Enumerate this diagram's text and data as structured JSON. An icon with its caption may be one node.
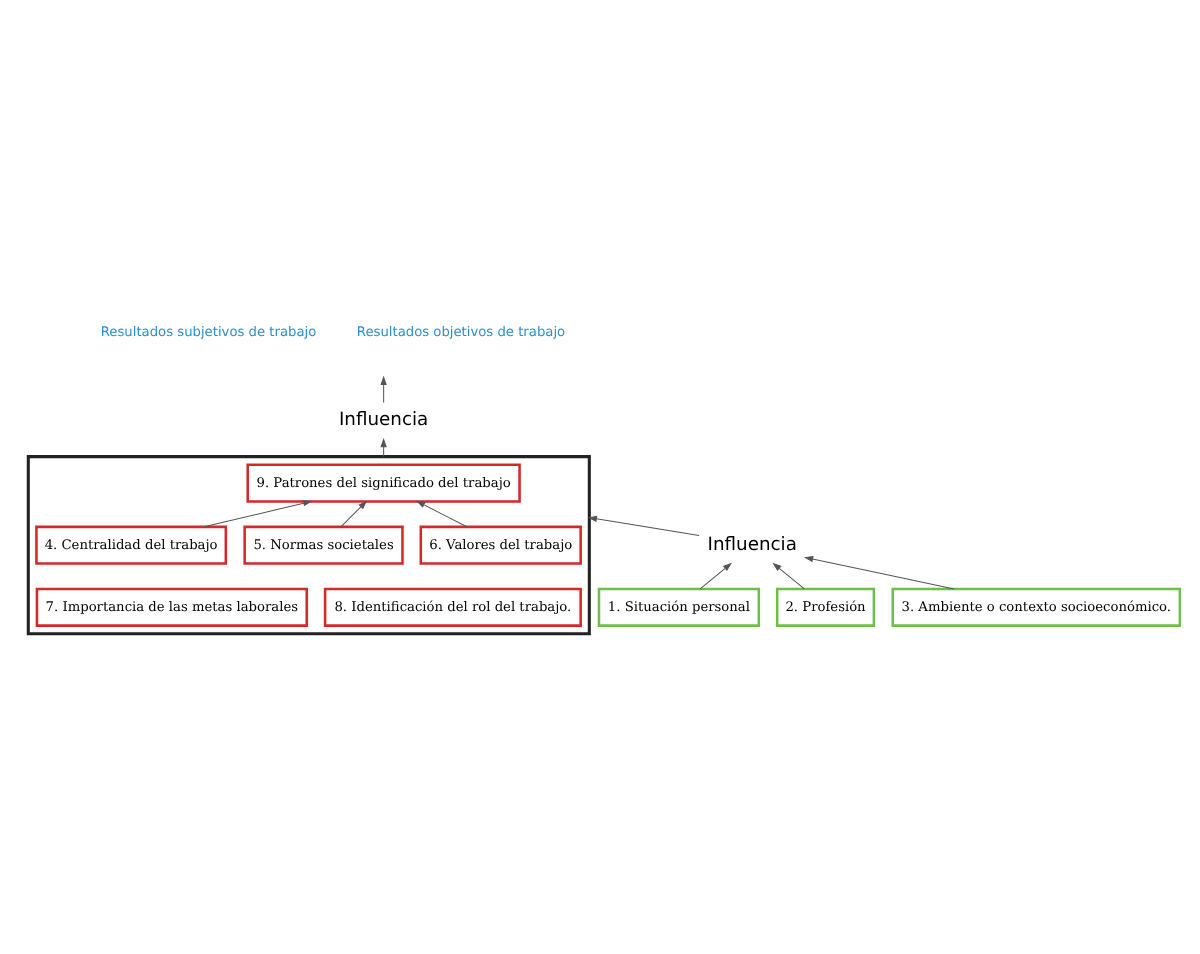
{
  "diagram": {
    "nodes": [
      {
        "text": [
          "Resultados subjetivos de trabajo"
        ]
      },
      {
        "text": [
          "Resultados objetivos de trabajo"
        ]
      },
      {
        "text": [
          "Influencia"
        ]
      },
      {
        "text": [],
        "shape": "box"
      },
      {
        "text": [
          "9. Patrones del significado del trabajo"
        ],
        "in": 3
      },
      {
        "text": [
          "4. Centralidad del trabajo"
        ],
        "in": 3
      },
      {
        "text": [
          "5. Normas societales"
        ],
        "in": 3
      },
      {
        "text": [
          "6. Valores del trabajo"
        ],
        "in": 3
      },
      {
        "text": [
          "7. Importancia de las metas laborales"
        ],
        "in": 3
      },
      {
        "text": [
          "8. Identificación del rol del trabajo."
        ],
        "in": 3
      },
      {
        "text": [
          "Influencia"
        ]
      },
      {
        "text": [
          "1. Situación personal"
        ]
      },
      {
        "text": [
          "2. Profesión"
        ]
      },
      {
        "text": [
          "3. Ambiente o contexto socioeconómico."
        ]
      }
    ],
    "edges": [
      {
        "from": 2,
        "to": null,
        "arrow": "to"
      },
      {
        "from": 3,
        "to": 2,
        "arrow": "to"
      },
      {
        "from": 5,
        "to": 4,
        "arrow": "to"
      },
      {
        "from": 6,
        "to": 4,
        "arrow": "to"
      },
      {
        "from": 7,
        "to": 4,
        "arrow": "to"
      },
      {
        "from": 10,
        "to": 3,
        "arrow": "to"
      },
      {
        "from": 11,
        "to": 10,
        "arrow": "to"
      },
      {
        "from": 12,
        "to": 10,
        "arrow": "to"
      },
      {
        "from": 13,
        "to": 10,
        "arrow": "to"
      }
    ]
  }
}
